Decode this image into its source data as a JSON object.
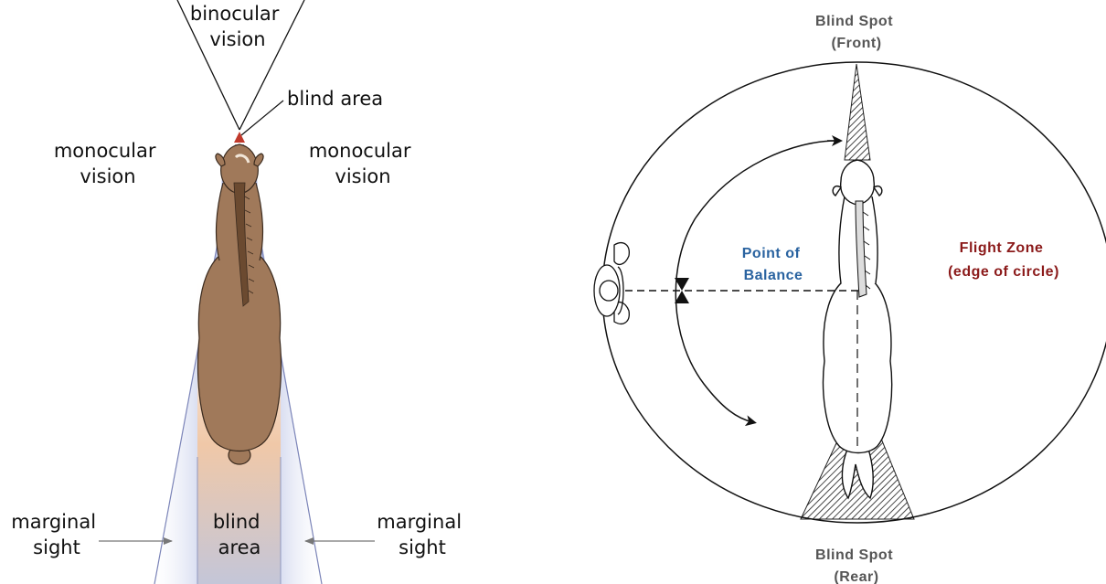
{
  "left_panel": {
    "labels": {
      "binocular_vision": [
        "binocular",
        "vision"
      ],
      "blind_area_top": "blind area",
      "monocular_left": [
        "monocular",
        "vision"
      ],
      "monocular_right": [
        "monocular",
        "vision"
      ],
      "marginal_left": [
        "marginal",
        "sight"
      ],
      "blind_area_bottom": [
        "blind",
        "area"
      ],
      "marginal_right": [
        "marginal",
        "sight"
      ]
    },
    "colors": {
      "horse": "#a0795a",
      "horse_outline": "#3a2a1e",
      "mane": "#6b4a30",
      "blind_zone_top": "#f0c8a8",
      "blind_zone_bottom": "#c4c6d8",
      "marginal_zone": "#7f8fd0"
    }
  },
  "right_panel": {
    "labels": {
      "blind_spot_front": [
        "Blind Spot",
        "(Front)"
      ],
      "blind_spot_rear": [
        "Blind Spot",
        "(Rear)"
      ],
      "point_of_balance": [
        "Point of",
        "Balance"
      ],
      "flight_zone": [
        "Flight Zone",
        "(edge of circle)"
      ]
    },
    "colors": {
      "point_of_balance": "#2a63a0",
      "flight_zone": "#8b1a1a",
      "blind_label": "#555555",
      "hatch": "#333333"
    }
  }
}
